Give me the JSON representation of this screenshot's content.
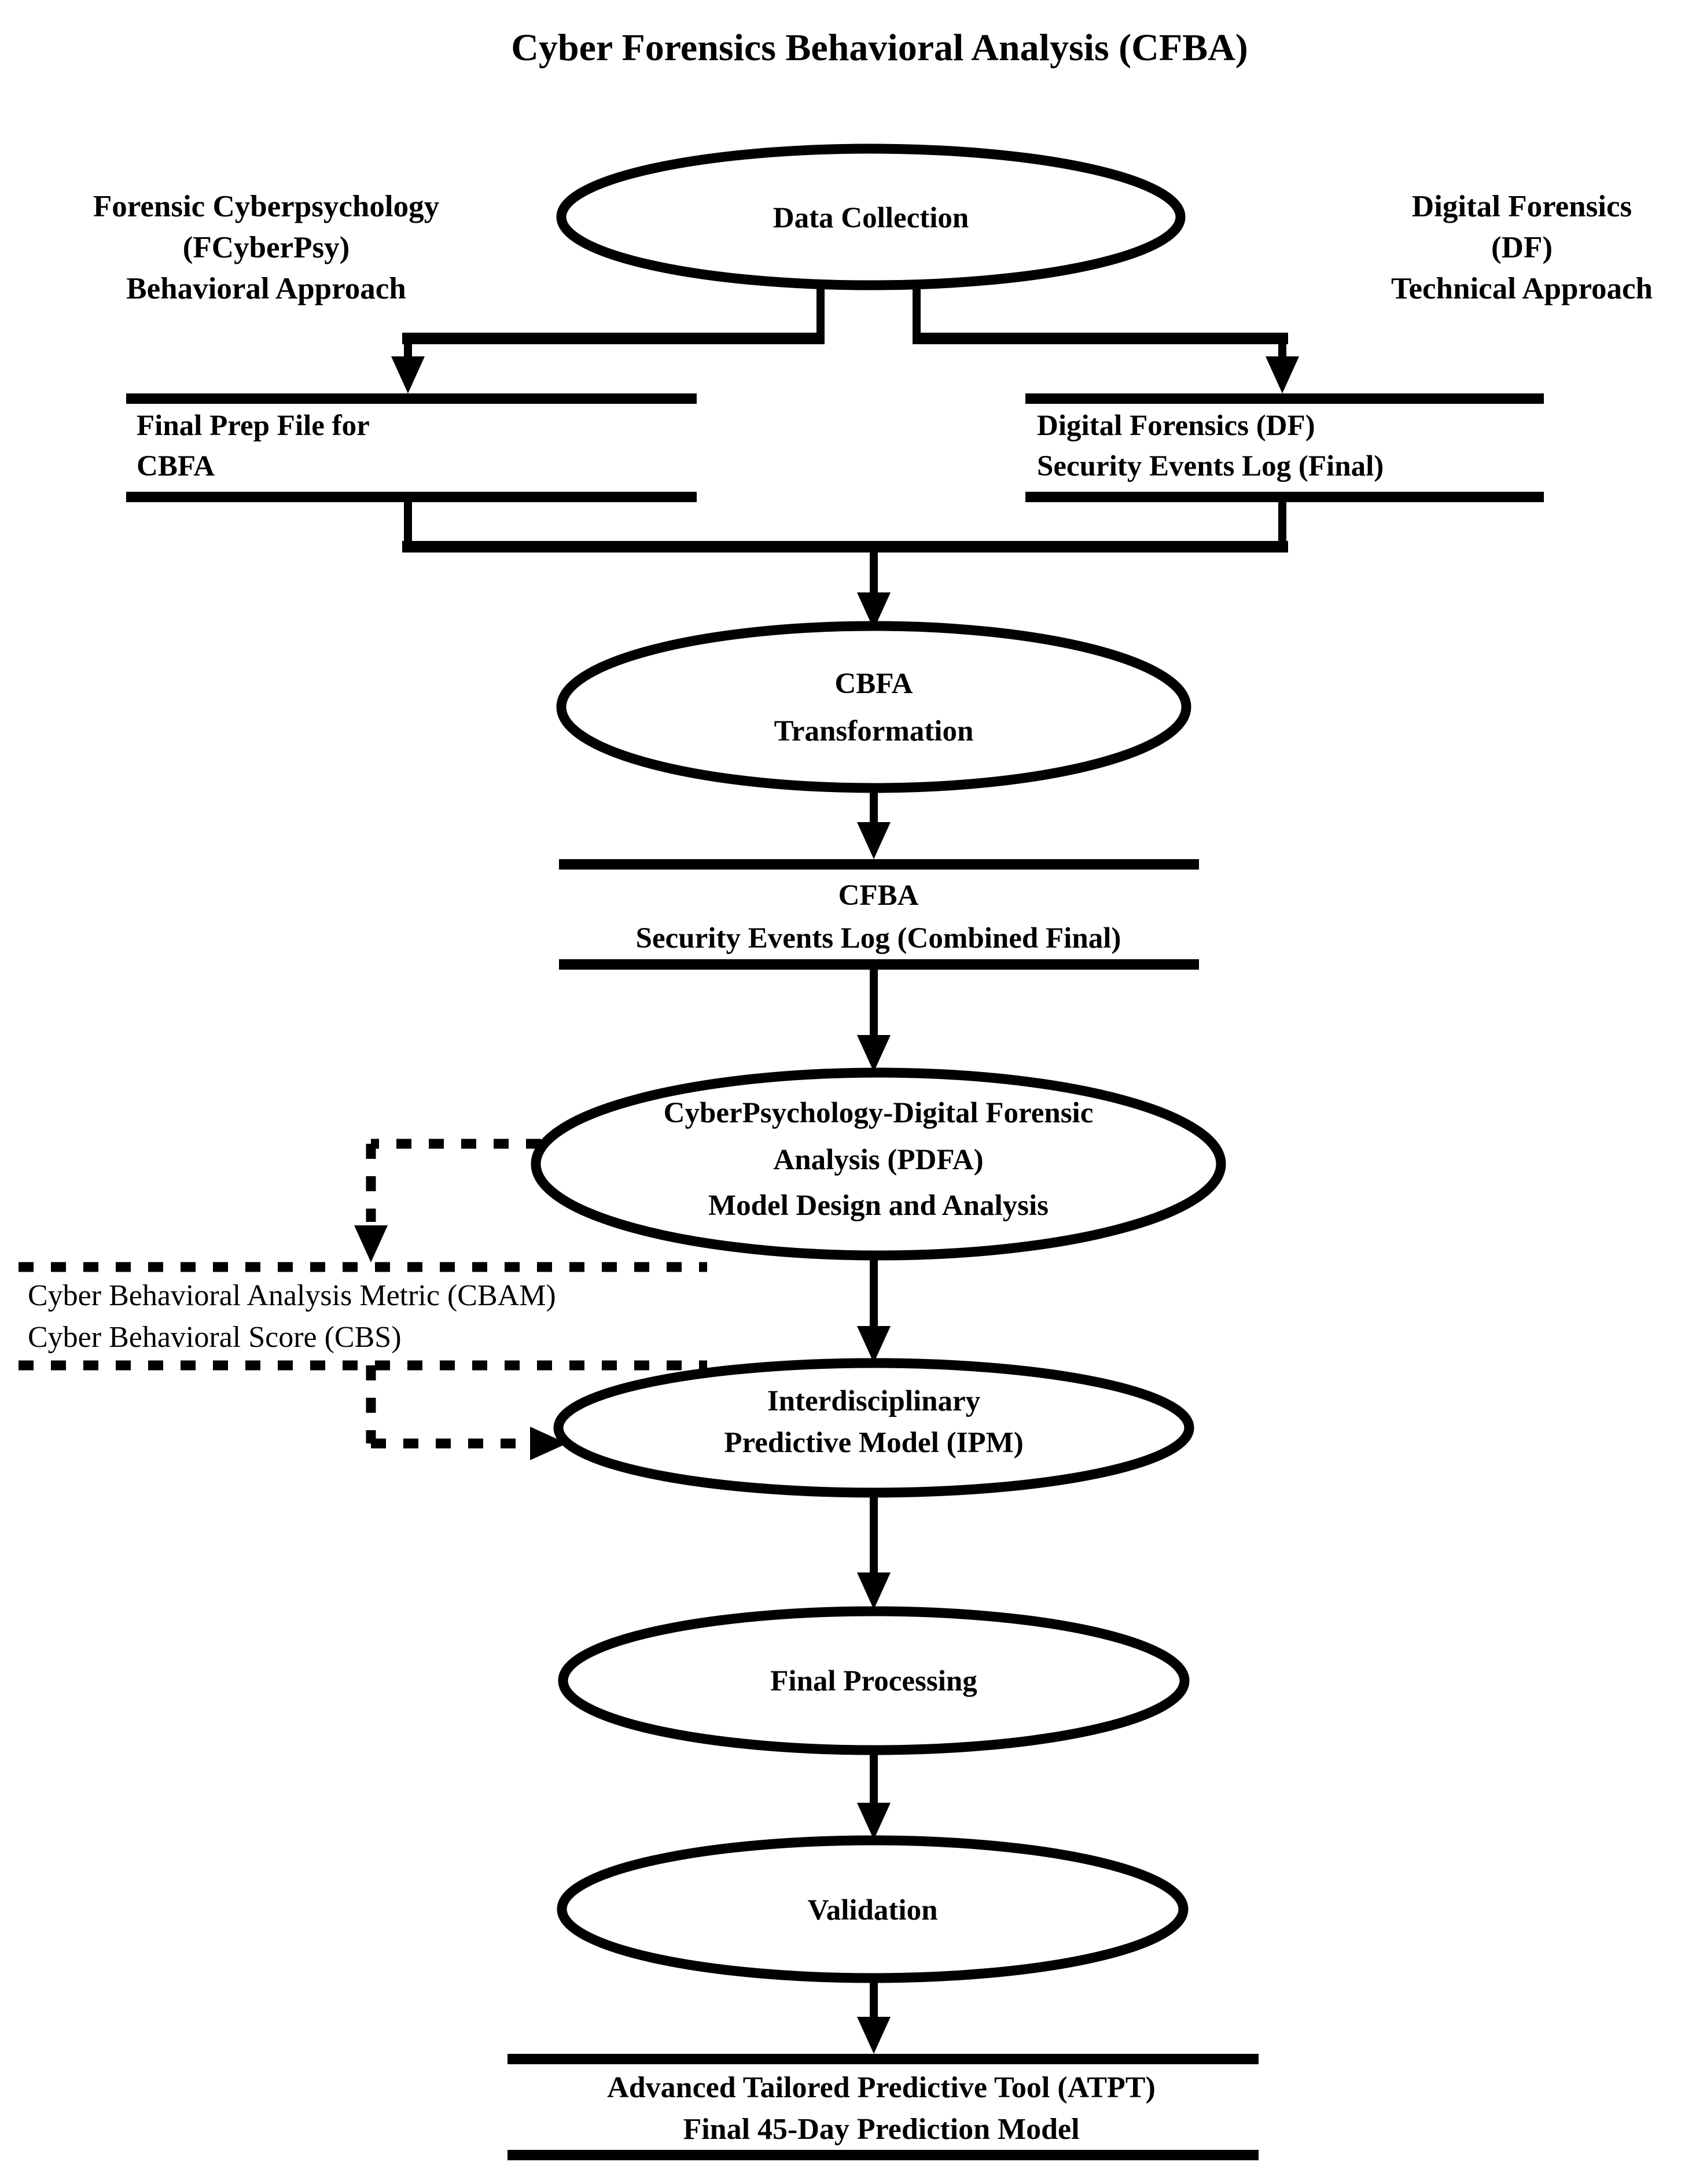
{
  "diagram": {
    "title": "Cyber Forensics Behavioral Analysis (CFBA)",
    "annotations": {
      "left": {
        "lines": [
          "Forensic Cyberpsychology",
          "(FCyberPsy)",
          "Behavioral Approach"
        ]
      },
      "right": {
        "lines": [
          "Digital Forensics",
          "(DF)",
          "Technical Approach"
        ]
      }
    },
    "nodes": {
      "data_collection": {
        "lines": [
          "Data Collection"
        ]
      },
      "final_prep_file": {
        "lines": [
          "Final Prep File for",
          "CBFA"
        ]
      },
      "df_security_events_log": {
        "lines": [
          "Digital Forensics (DF)",
          "Security Events Log (Final)"
        ]
      },
      "cbfa_transformation": {
        "lines": [
          "CBFA",
          "Transformation"
        ]
      },
      "cfba_security_events_log": {
        "lines": [
          "CFBA",
          "Security Events Log (Combined Final)"
        ]
      },
      "pdfa": {
        "lines": [
          "CyberPsychology-Digital Forensic",
          "Analysis (PDFA)",
          "Model Design and Analysis"
        ]
      },
      "cbam_cbs": {
        "lines": [
          "Cyber Behavioral Analysis Metric (CBAM)",
          "Cyber Behavioral Score (CBS)"
        ]
      },
      "ipm": {
        "lines": [
          "Interdisciplinary",
          "Predictive Model (IPM)"
        ]
      },
      "final_processing": {
        "lines": [
          "Final Processing"
        ]
      },
      "validation": {
        "lines": [
          "Validation"
        ]
      },
      "atpt": {
        "lines": [
          "Advanced Tailored Predictive Tool (ATPT)",
          "Final 45-Day Prediction Model"
        ]
      }
    },
    "colors": {
      "ink": "#000000",
      "background": "#ffffff"
    }
  }
}
